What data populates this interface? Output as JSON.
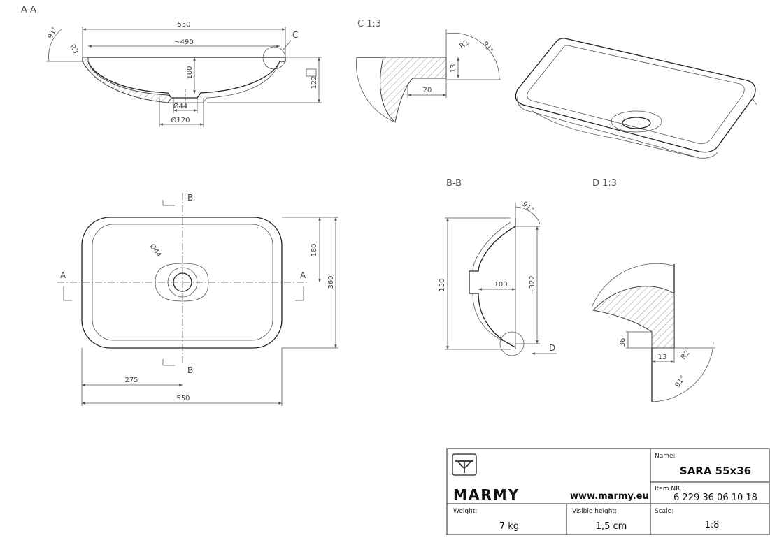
{
  "views": {
    "aa": {
      "title": "A-A",
      "d_width": "550",
      "d_inner": "~490",
      "d_depth": "100",
      "d_height": "122",
      "d_drain": "Ø44",
      "d_base": "Ø120",
      "d_radius": "R3",
      "d_angle": "91°",
      "detail_ref": "C"
    },
    "c": {
      "title": "C 1:3",
      "d_radius": "R2",
      "d_angle": "91°",
      "d_thick": "13",
      "d_len": "20"
    },
    "plan": {
      "cut_a_left": "A",
      "cut_a_right": "A",
      "cut_b_top": "B",
      "cut_b_bottom": "B",
      "d_drain": "Ø44",
      "d_half_h": "180",
      "d_h": "360",
      "d_half_w": "275",
      "d_w": "550"
    },
    "bb": {
      "title": "B-B",
      "d_angle": "91°",
      "d_height": "150",
      "d_depth": "100",
      "d_len": "~322",
      "detail_ref": "D"
    },
    "d": {
      "title": "D 1:3",
      "d_thick": "36",
      "d_len": "13",
      "d_radius": "R2",
      "d_angle": "91°"
    }
  },
  "title_block": {
    "brand": "MARMY",
    "website": "www.marmy.eu",
    "name_label": "Name:",
    "name_value": "SARA 55x36",
    "item_label": "Item NR.:",
    "item_value": "6 229 36 06 10 18",
    "weight_label": "Weight:",
    "weight_value": "7 kg",
    "visible_label": "Visible height:",
    "visible_value": "1,5 cm",
    "scale_label": "Scale:",
    "scale_value": "1:8"
  }
}
